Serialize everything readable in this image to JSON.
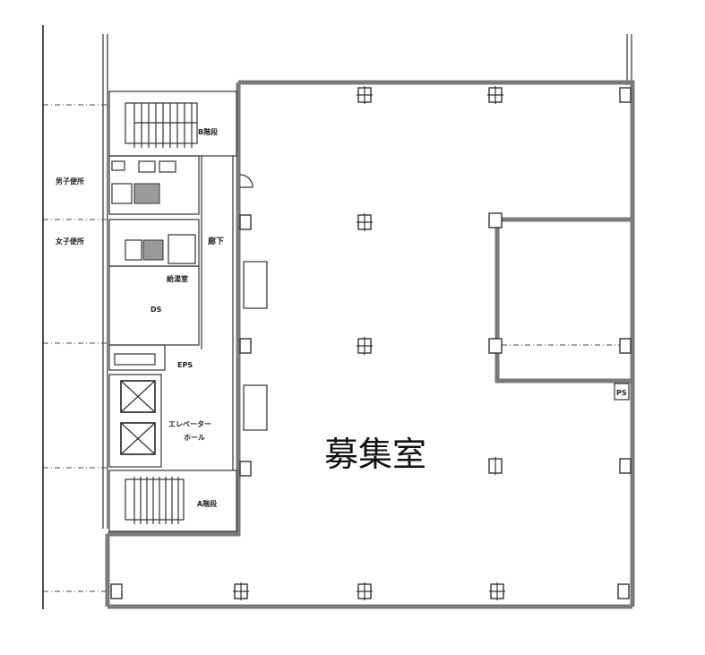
{
  "floor_plan": {
    "main_room_label": "募集室",
    "stair_b_label": "B階段",
    "stair_a_label": "A階段",
    "mens_toilet_label": "男子便所",
    "womens_toilet_label": "女子便所",
    "corridor_label": "廊下",
    "kitchenette_label": "給湯室",
    "ds_label": "DS",
    "eps_label": "EPS",
    "elevator_hall_label_line1": "エレベーター",
    "elevator_hall_label_line2": "ホール",
    "ps_label": "PS",
    "shaft_small_label": "PS"
  },
  "colors": {
    "wall": "#7a7a7a",
    "line": "#333333",
    "background": "#ffffff"
  }
}
